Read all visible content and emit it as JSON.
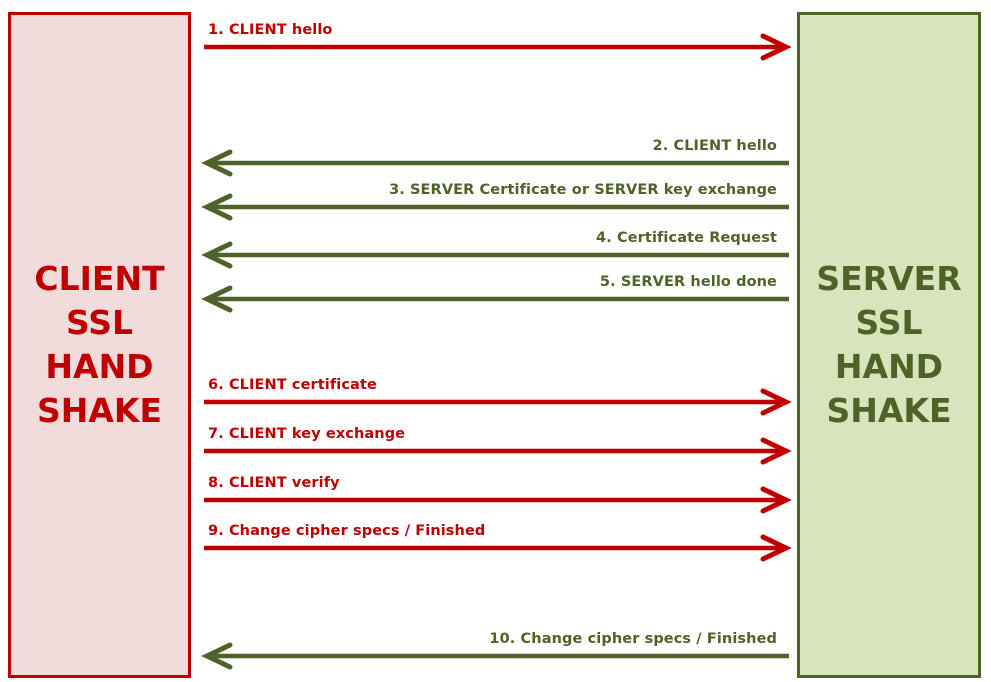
{
  "client": {
    "title_lines": [
      "CLIENT",
      "SSL",
      "HAND",
      "SHAKE"
    ],
    "text_color": "#c00000",
    "fill_color": "#f2dcdb",
    "border_color": "#c00000"
  },
  "server": {
    "title_lines": [
      "SERVER",
      "SSL",
      "HAND",
      "SHAKE"
    ],
    "text_color": "#4f6228",
    "fill_color": "#d7e4bc",
    "border_color": "#4f6228"
  },
  "colors": {
    "to_server": "#c00000",
    "to_client": "#4f6228"
  },
  "messages": [
    {
      "label": "1. CLIENT  hello",
      "direction": "to_server"
    },
    {
      "label": "2. CLIENT  hello",
      "direction": "to_client"
    },
    {
      "label": "3. SERVER  Certificate  or  SERVER  key  exchange",
      "direction": "to_client"
    },
    {
      "label": "4. Certificate  Request",
      "direction": "to_client"
    },
    {
      "label": "5. SERVER  hello  done",
      "direction": "to_client"
    },
    {
      "label": "6. CLIENT  certificate",
      "direction": "to_server"
    },
    {
      "label": "7. CLIENT  key  exchange",
      "direction": "to_server"
    },
    {
      "label": "8. CLIENT  verify",
      "direction": "to_server"
    },
    {
      "label": "9. Change  cipher  specs / Finished",
      "direction": "to_server"
    },
    {
      "label": "10. Change  cipher  specs  /  Finished",
      "direction": "to_client"
    }
  ]
}
